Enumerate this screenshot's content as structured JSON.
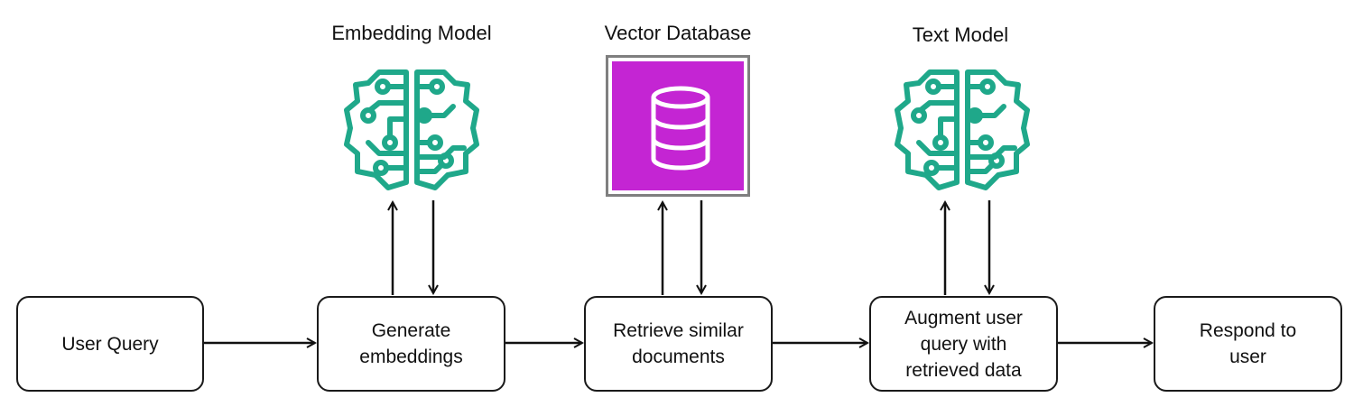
{
  "colors": {
    "brain": "#1fa88a",
    "db_fill": "#c425d3",
    "db_border": "#7f7f7f",
    "line": "#111111"
  },
  "labels": {
    "embedding_model": "Embedding Model",
    "vector_database": "Vector Database",
    "text_model": "Text Model"
  },
  "boxes": {
    "user_query": "User Query",
    "generate_embeddings": "Generate\nembeddings",
    "retrieve_documents": "Retrieve similar\ndocuments",
    "augment_query": "Augment user\nquery with\nretrieved data",
    "respond": "Respond to\nuser"
  },
  "icons": {
    "embedding": "brain-circuit-icon",
    "database": "database-icon",
    "text": "brain-circuit-icon"
  }
}
